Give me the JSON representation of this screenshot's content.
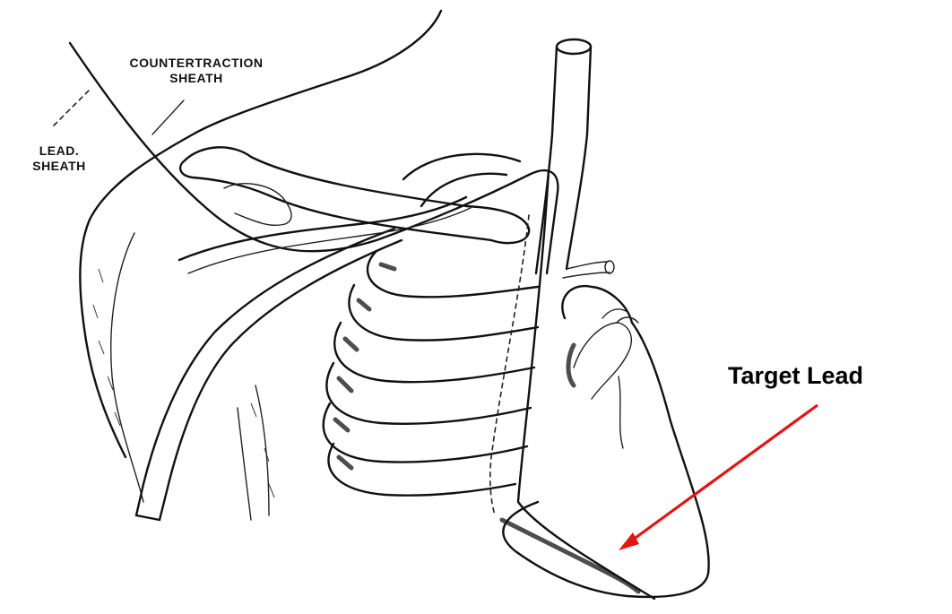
{
  "labels": {
    "countertraction_line1": "COUNTERTRACTION",
    "countertraction_line2": "SHEATH",
    "lead_line1": "LEAD.",
    "lead_line2": "SHEATH",
    "target_lead": "Target Lead"
  },
  "colors": {
    "ink": "#111111",
    "arrow": "#e41414",
    "background": "#ffffff"
  },
  "icons": {
    "pointer": "red-arrow-icon"
  }
}
